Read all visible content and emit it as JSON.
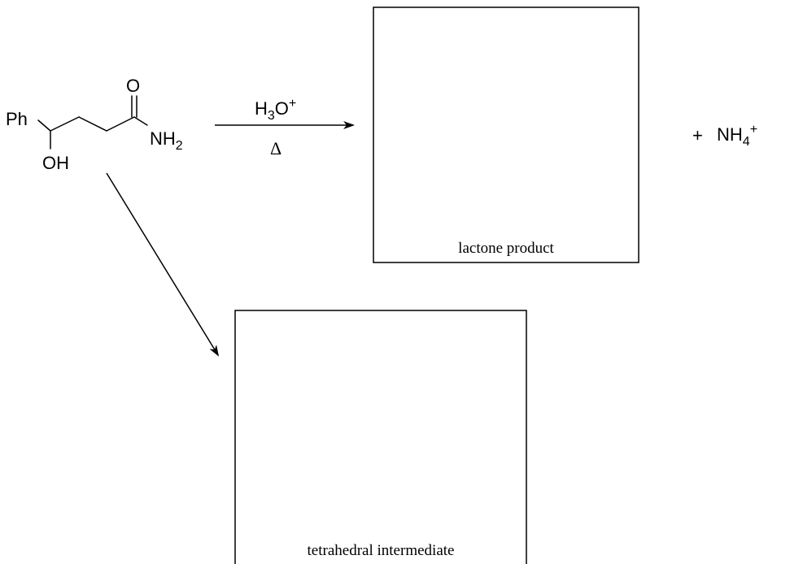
{
  "reactant": {
    "phenyl_label": "Ph",
    "hydroxyl_label": "OH",
    "carbonyl_oxygen_label": "O",
    "amine_label": "NH",
    "amine_subscript": "2"
  },
  "reagents": {
    "acid_main": "H",
    "acid_subscript": "3",
    "acid_tail": "O",
    "acid_charge": "+",
    "heat": "Δ"
  },
  "byproduct": {
    "plus": "+",
    "label": "NH",
    "subscript": "4",
    "charge": "+"
  },
  "boxes": {
    "product_label": "lactone product",
    "intermediate_label": "tetrahedral intermediate"
  },
  "colors": {
    "ink": "#000000",
    "background": "#ffffff"
  }
}
